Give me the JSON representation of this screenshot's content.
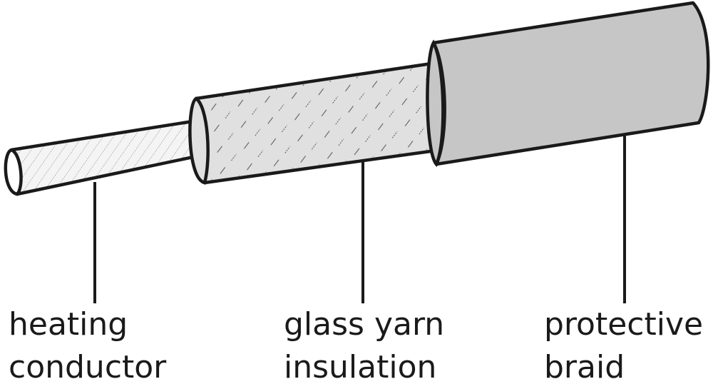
{
  "labels": {
    "conductor": [
      "heating",
      "conductor"
    ],
    "insulation": [
      "glass yarn",
      "insulation"
    ],
    "braid": [
      "protective",
      "braid"
    ]
  },
  "colors": {
    "outline": "#1a1a1a",
    "conductor_fill": "#f4f4f4",
    "insulation_fill": "#e0e0e0",
    "braid_fill": "#c6c6c6",
    "background": "#ffffff"
  }
}
